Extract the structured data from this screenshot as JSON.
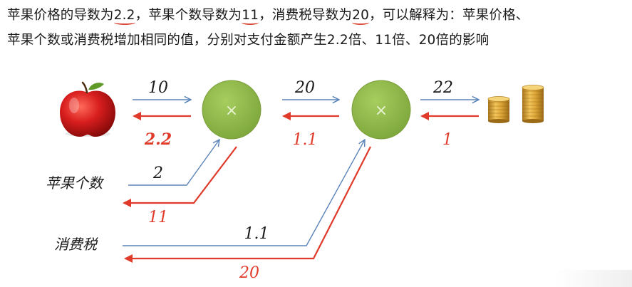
{
  "header": {
    "line1_segments": [
      {
        "text": "苹果价格的导数为",
        "underline": false
      },
      {
        "text": "2.2",
        "underline": true
      },
      {
        "text": "，苹果个数导数为",
        "underline": false
      },
      {
        "text": "11",
        "underline": true
      },
      {
        "text": "，消费税导数为",
        "underline": false
      },
      {
        "text": "20",
        "underline": true
      },
      {
        "text": "，可以解释为：苹果价格、",
        "underline": false
      }
    ],
    "line2": "苹果个数或消费税增加相同的值，分别对支付金额产生2.2倍、11倍、20倍的影响"
  },
  "diagram": {
    "nodes": [
      {
        "id": "mul1",
        "symbol": "×"
      },
      {
        "id": "mul2",
        "symbol": "×"
      }
    ],
    "inputs": {
      "apple_count_label": "苹果个数",
      "tax_label": "消费税"
    },
    "forward_values": {
      "apple_price": "10",
      "mul1_out": "20",
      "mul2_out": "22",
      "apple_count": "2",
      "tax": "1.1"
    },
    "backward_values": {
      "apple_price_grad": "2.2",
      "mul1_out_grad": "1.1",
      "output_grad": "1",
      "apple_count_grad": "11",
      "tax_grad": "20"
    },
    "icons": {
      "apple": "apple-image",
      "coins": "coins-image"
    },
    "colors": {
      "forward_arrow": "#5b84b8",
      "backward_arrow": "#e03a2a",
      "node_fill": "#8fb84a"
    }
  }
}
